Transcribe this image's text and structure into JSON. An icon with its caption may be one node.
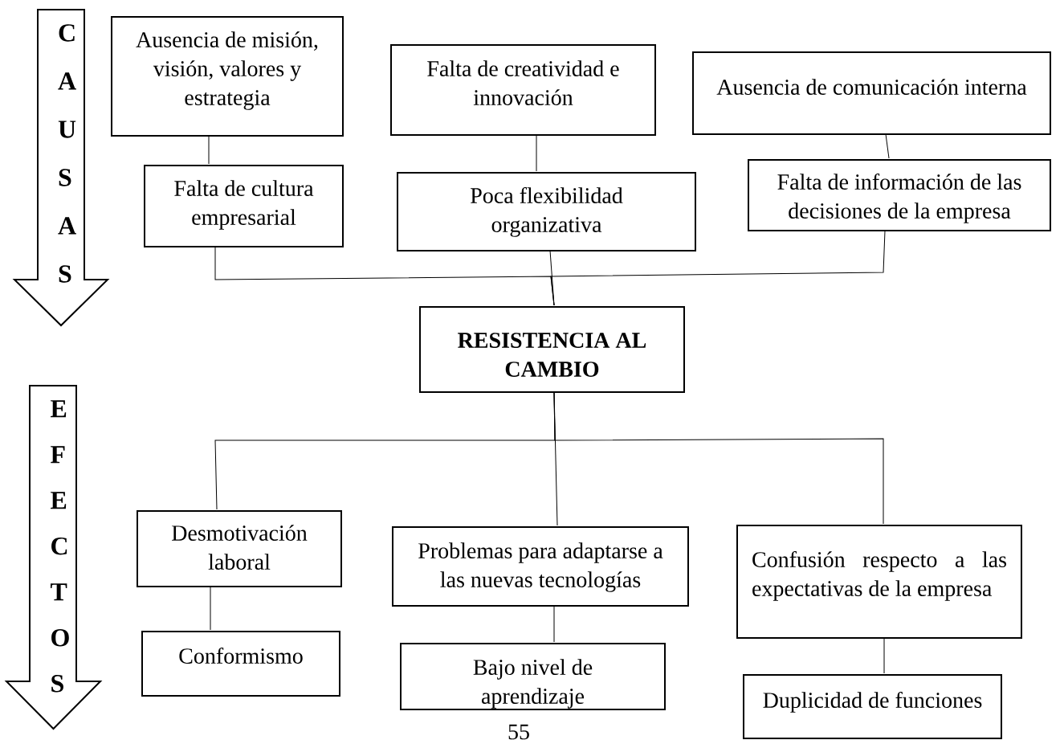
{
  "diagram": {
    "nodes": [
      {
        "text": [
          "C A U S A S"
        ]
      },
      {
        "text": [
          "Ausencia de misión, visión, valores y estrategia"
        ]
      },
      {
        "text": [
          "Falta de creatividad e innovación"
        ]
      },
      {
        "text": [
          "Ausencia de comunicación interna"
        ]
      },
      {
        "text": [
          "Falta de cultura empresarial"
        ]
      },
      {
        "text": [
          "Poca flexibilidad organizativa"
        ]
      },
      {
        "text": [
          "Falta de información de las decisiones de la empresa"
        ]
      },
      {
        "text": [
          "RESISTENCIA AL CAMBIO"
        ]
      },
      {
        "text": [
          "E F E C T O S"
        ]
      },
      {
        "text": [
          "Desmotivación laboral"
        ]
      },
      {
        "text": [
          "Problemas para adaptarse a las nuevas tecnologías"
        ]
      },
      {
        "text": [
          "Confusión respecto a las expectativas de la empresa"
        ]
      },
      {
        "text": [
          "Conformismo"
        ]
      },
      {
        "text": [
          "Bajo nivel de aprendizaje"
        ]
      },
      {
        "text": [
          "Duplicidad de funciones"
        ]
      }
    ],
    "edges": [
      {
        "from": 1,
        "to": 4,
        "arrow": "none"
      },
      {
        "from": 2,
        "to": 5,
        "arrow": "none"
      },
      {
        "from": 3,
        "to": 6,
        "arrow": "none"
      },
      {
        "from": 4,
        "to": 7,
        "arrow": "none"
      },
      {
        "from": 5,
        "to": 7,
        "arrow": "none"
      },
      {
        "from": 6,
        "to": 7,
        "arrow": "none"
      },
      {
        "from": 7,
        "to": 9,
        "arrow": "none"
      },
      {
        "from": 7,
        "to": 10,
        "arrow": "none"
      },
      {
        "from": 7,
        "to": 11,
        "arrow": "none"
      },
      {
        "from": 9,
        "to": 12,
        "arrow": "none"
      },
      {
        "from": 10,
        "to": 13,
        "arrow": "none"
      },
      {
        "from": 11,
        "to": 14,
        "arrow": "none"
      }
    ],
    "labels": [
      "55"
    ]
  }
}
